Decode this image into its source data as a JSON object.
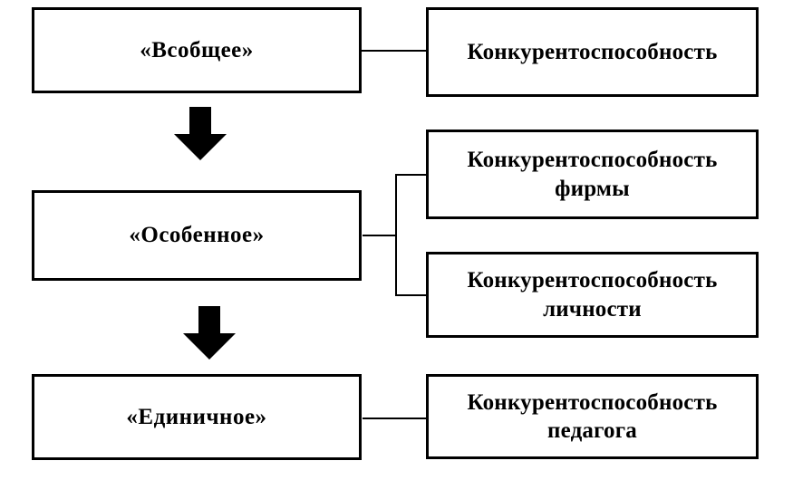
{
  "diagram": {
    "rows": [
      {
        "left_label": "«Всобщее»",
        "right_labels": [
          "Конкурентоспособность"
        ]
      },
      {
        "left_label": "«Особенное»",
        "right_labels": [
          "Конкурентоспособность фирмы",
          "Конкурентоспособность личности"
        ]
      },
      {
        "left_label": "«Единичное»",
        "right_labels": [
          "Конкурентоспособность педагога"
        ]
      }
    ],
    "colors": {
      "background": "#ffffff",
      "border": "#000000",
      "text": "#000000",
      "arrow": "#000000"
    }
  }
}
